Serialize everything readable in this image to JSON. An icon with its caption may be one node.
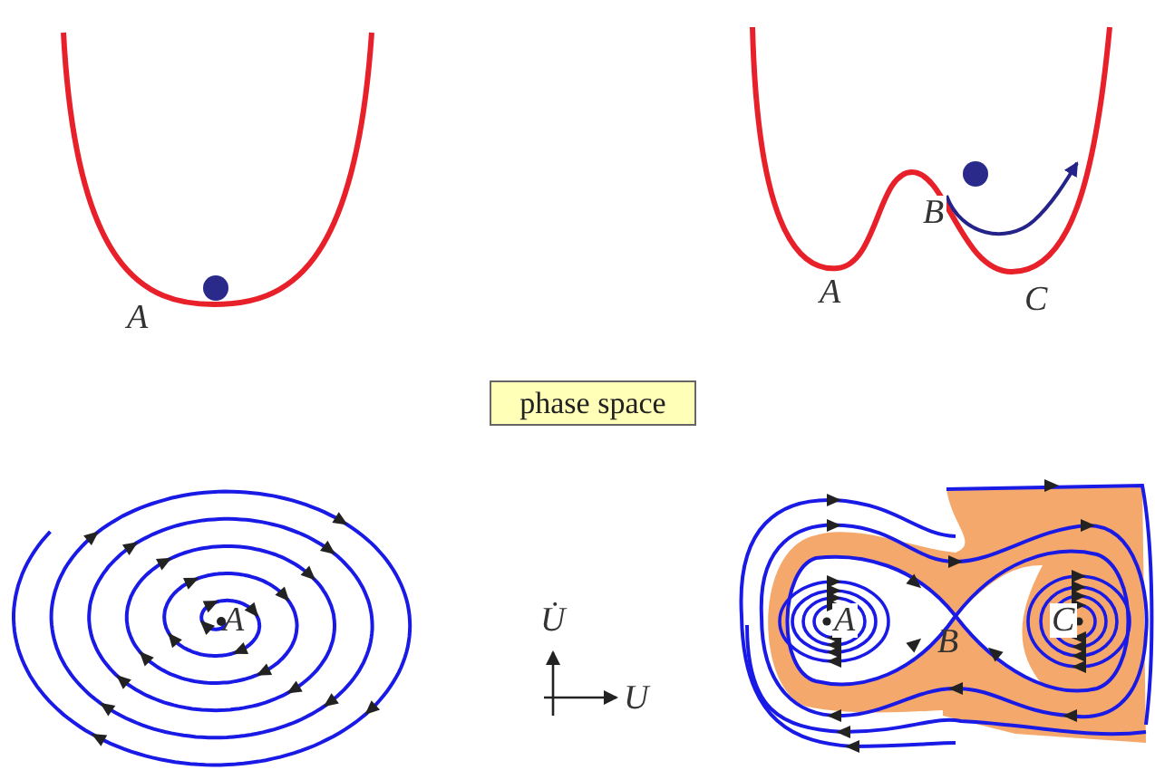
{
  "diagram": {
    "nodes": [
      {
        "text": [
          "phase space"
        ]
      }
    ],
    "labels": [
      "A",
      "B",
      "A",
      "C",
      "A",
      "U̇",
      "U",
      "A",
      "B",
      "C"
    ]
  }
}
